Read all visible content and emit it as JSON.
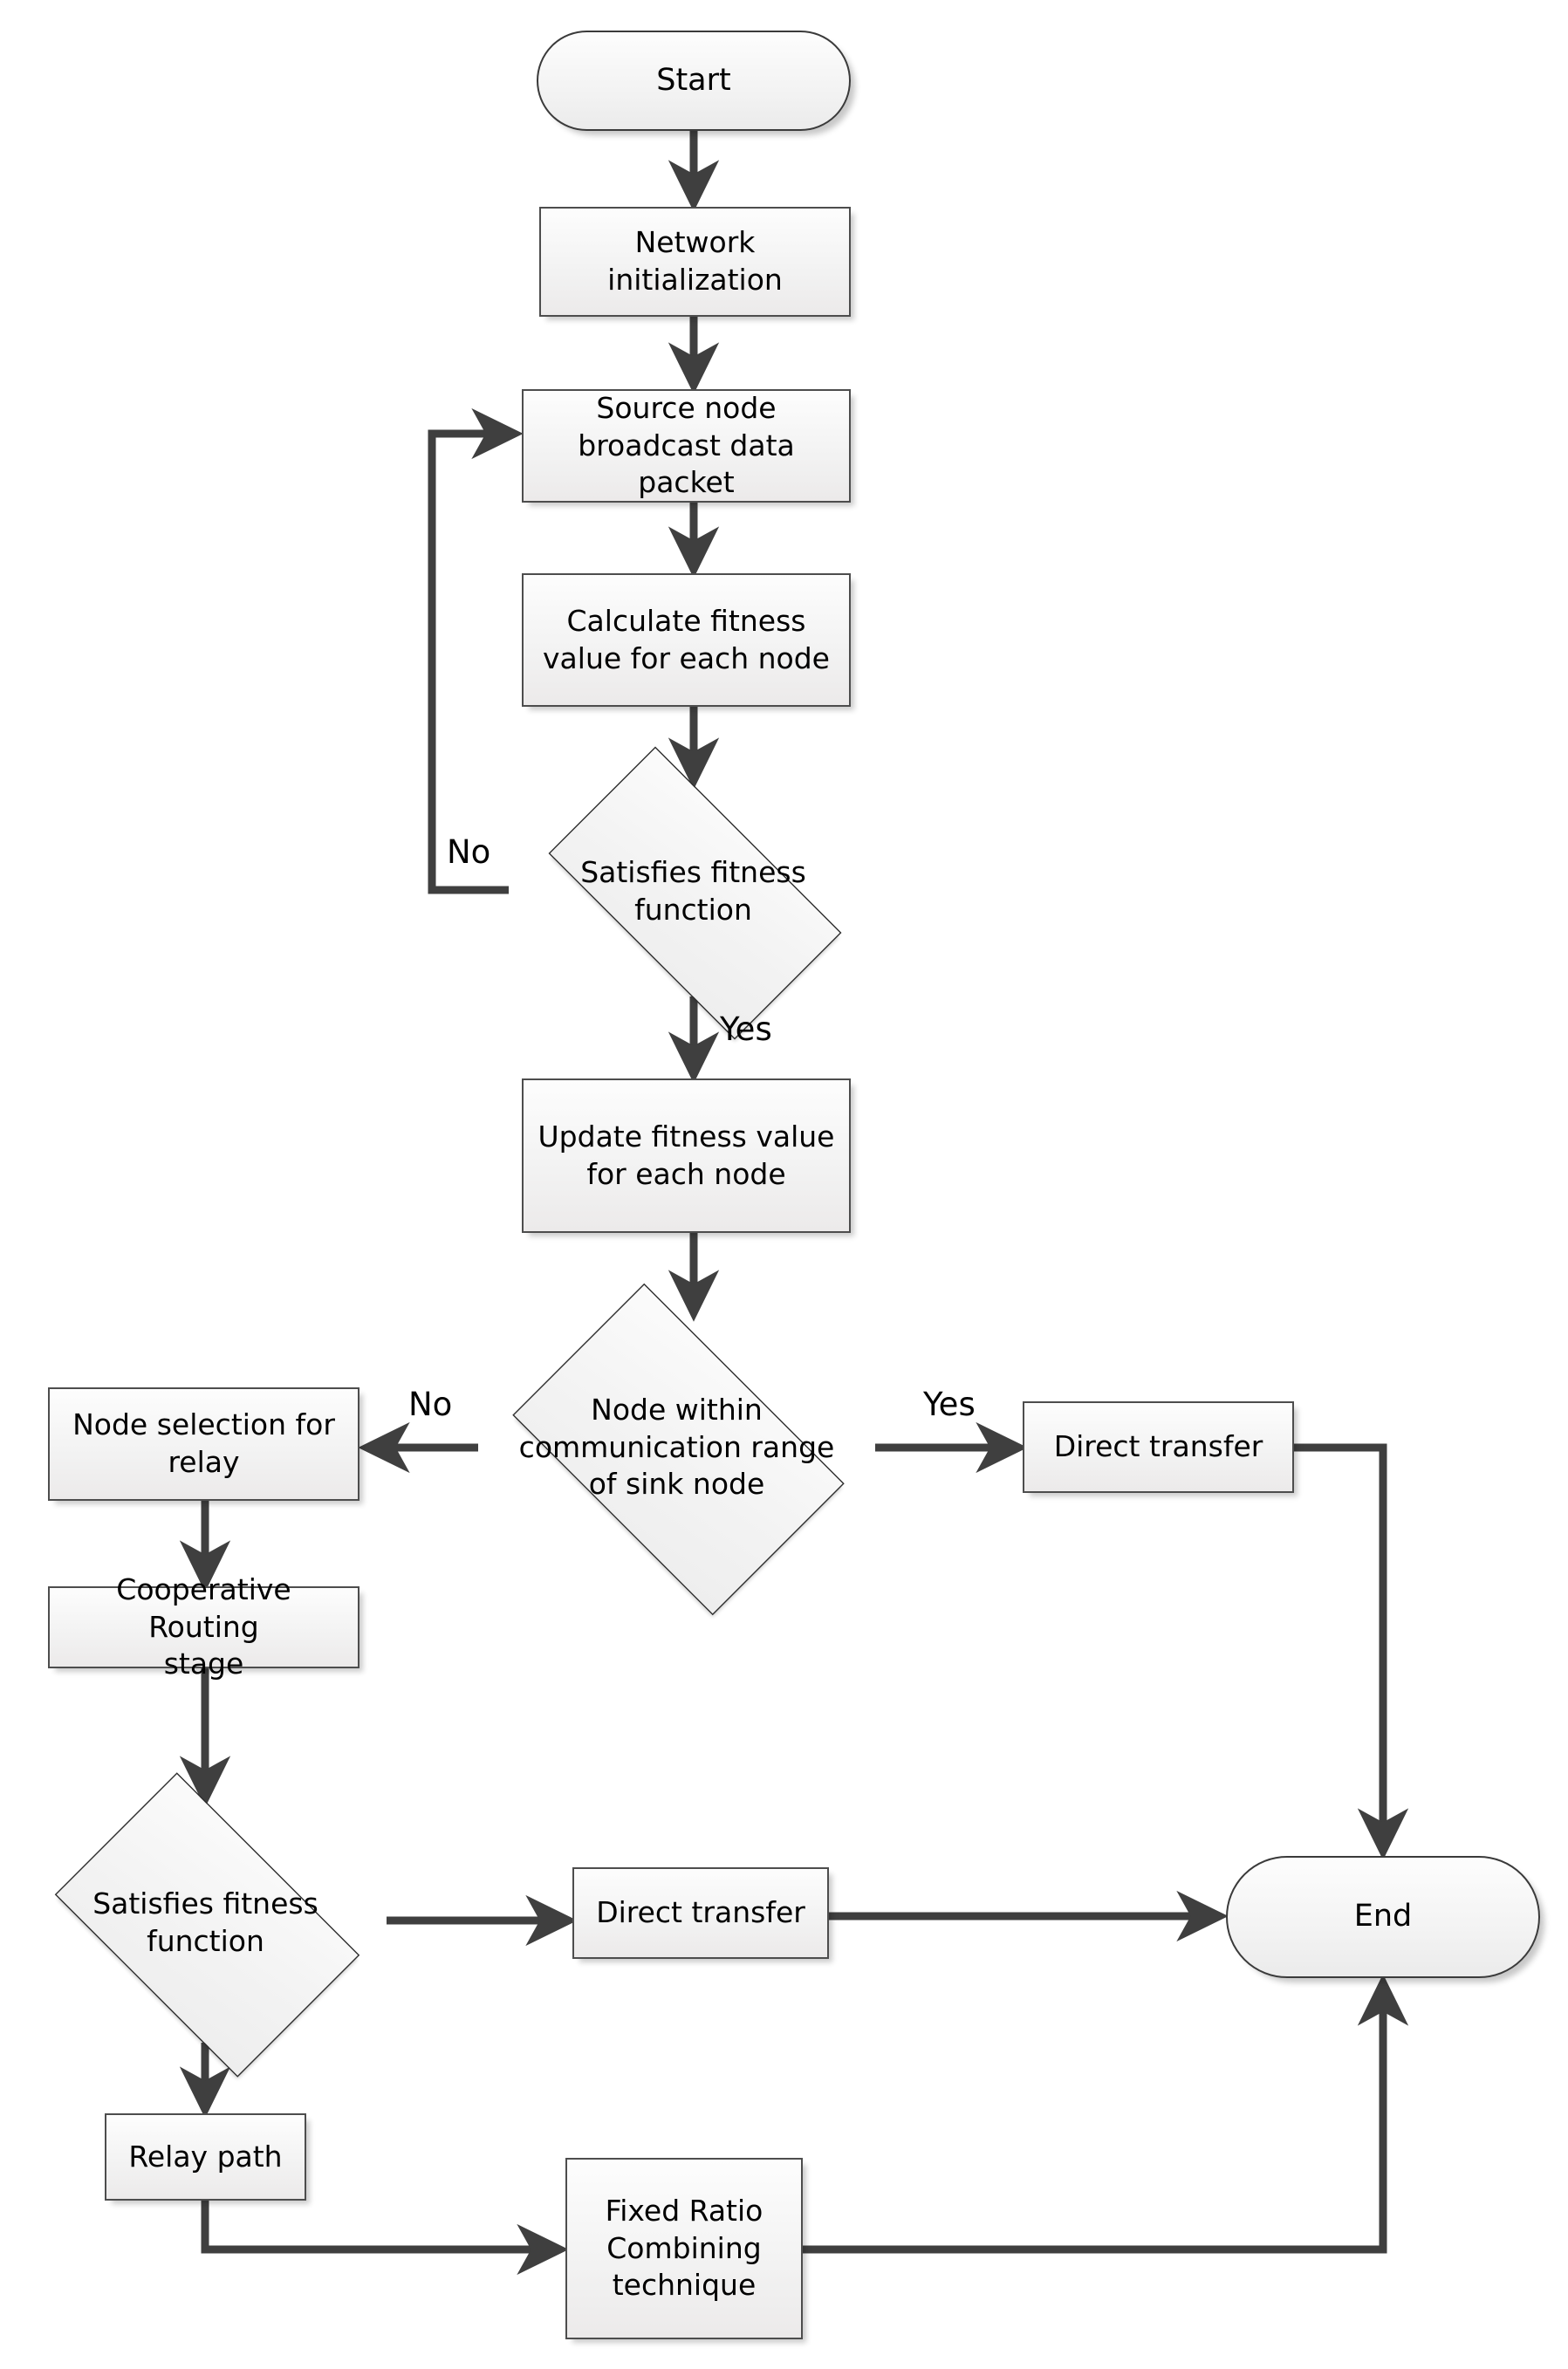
{
  "diagram": {
    "title": "Cooperative routing protocol flowchart",
    "type": "flowchart",
    "stroke_color": "#3f3f3f",
    "node_fill": "#f2f2f2",
    "node_border": "#4d4d4d"
  },
  "nodes": {
    "start": {
      "label": "Start",
      "shape": "terminator"
    },
    "network_init": {
      "label": "Network\ninitialization",
      "shape": "process"
    },
    "source_broadcast": {
      "label": "Source node\nbroadcast data\npacket",
      "shape": "process"
    },
    "calculate_fitness": {
      "label": "Calculate fitness\nvalue for each node",
      "shape": "process"
    },
    "satisfies_fitness_1": {
      "label": "Satisfies fitness\nfunction",
      "shape": "decision"
    },
    "update_fitness": {
      "label": "Update fitness value\nfor each node",
      "shape": "process"
    },
    "node_within_range": {
      "label": "Node within\ncommunication range\nof sink node",
      "shape": "decision"
    },
    "node_selection_relay": {
      "label": "Node selection for\nrelay",
      "shape": "process"
    },
    "direct_transfer_top": {
      "label": "Direct transfer",
      "shape": "process"
    },
    "cooperative_routing": {
      "label": "Cooperative Routing\nstage",
      "shape": "process"
    },
    "satisfies_fitness_2": {
      "label": "Satisfies fitness\nfunction",
      "shape": "decision"
    },
    "direct_transfer_bottom": {
      "label": "Direct transfer",
      "shape": "process"
    },
    "end": {
      "label": "End",
      "shape": "terminator"
    },
    "relay_path": {
      "label": "Relay path",
      "shape": "process"
    },
    "fixed_ratio_combining": {
      "label": "Fixed Ratio\nCombining\ntechnique",
      "shape": "process"
    }
  },
  "edge_labels": {
    "fitness_no": "No",
    "fitness_yes": "Yes",
    "range_no": "No",
    "range_yes": "Yes"
  },
  "edges": [
    {
      "from": "start",
      "to": "network_init",
      "label": ""
    },
    {
      "from": "network_init",
      "to": "source_broadcast",
      "label": ""
    },
    {
      "from": "source_broadcast",
      "to": "calculate_fitness",
      "label": ""
    },
    {
      "from": "calculate_fitness",
      "to": "satisfies_fitness_1",
      "label": ""
    },
    {
      "from": "satisfies_fitness_1",
      "to": "source_broadcast",
      "label": "No"
    },
    {
      "from": "satisfies_fitness_1",
      "to": "update_fitness",
      "label": "Yes"
    },
    {
      "from": "update_fitness",
      "to": "node_within_range",
      "label": ""
    },
    {
      "from": "node_within_range",
      "to": "node_selection_relay",
      "label": "No"
    },
    {
      "from": "node_within_range",
      "to": "direct_transfer_top",
      "label": "Yes"
    },
    {
      "from": "direct_transfer_top",
      "to": "end",
      "label": ""
    },
    {
      "from": "node_selection_relay",
      "to": "cooperative_routing",
      "label": ""
    },
    {
      "from": "cooperative_routing",
      "to": "satisfies_fitness_2",
      "label": ""
    },
    {
      "from": "satisfies_fitness_2",
      "to": "direct_transfer_bottom",
      "label": ""
    },
    {
      "from": "direct_transfer_bottom",
      "to": "end",
      "label": ""
    },
    {
      "from": "satisfies_fitness_2",
      "to": "relay_path",
      "label": ""
    },
    {
      "from": "relay_path",
      "to": "fixed_ratio_combining",
      "label": ""
    },
    {
      "from": "fixed_ratio_combining",
      "to": "end",
      "label": ""
    }
  ]
}
